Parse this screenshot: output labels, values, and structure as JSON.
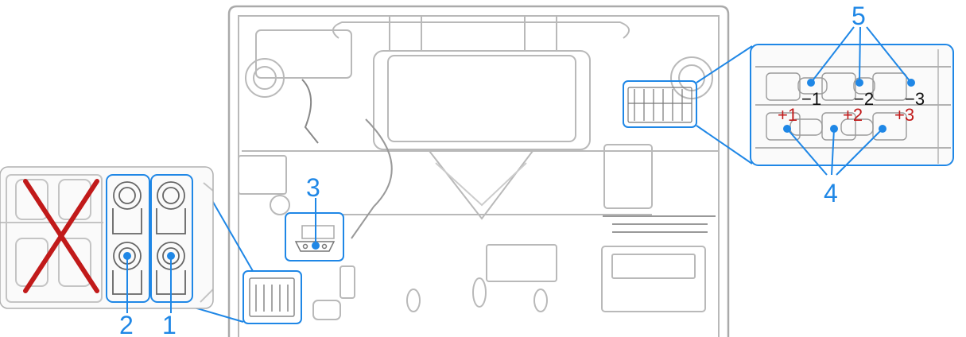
{
  "figure": {
    "callouts": {
      "c1": "1",
      "c2": "2",
      "c3": "3",
      "c4": "4",
      "c5": "5"
    },
    "terminal_labels": {
      "minus_1": "−1",
      "minus_2": "−2",
      "minus_3": "−3",
      "plus_1": "+1",
      "plus_2": "+2",
      "plus_3": "+3"
    },
    "colors": {
      "accent": "#1f87e6",
      "warning": "#c11a1a",
      "line_art": "#b9b9b9",
      "line_art_dark": "#7a7a7a"
    },
    "icons": {
      "crossed_out": "red-x-icon"
    }
  }
}
